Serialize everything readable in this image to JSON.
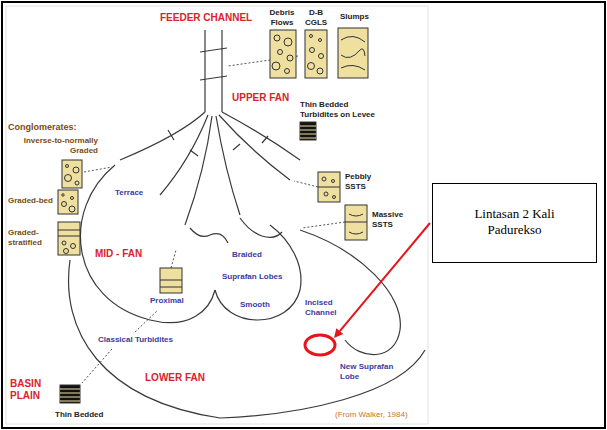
{
  "diagram": {
    "nodes": [
      {
        "text": [
          "Lintasan 2 Kali Padurekso"
        ]
      }
    ],
    "labels": [
      "FEEDER CHANNEL",
      "Debris Flows",
      "D-B CGLS",
      "Slumps",
      "UPPER FAN",
      "Thin Bedded Turbidites on Levee",
      "Conglomerates:",
      "Inverse-to-normally Graded",
      "Graded-bed",
      "Graded-stratified",
      "Terrace",
      "Pebbly SSTS",
      "Massive SSTS",
      "MID - FAN",
      "Braided",
      "Suprafan Lobes",
      "Smooth",
      "Proximal",
      "Incised Channel",
      "Classical Turbidites",
      "LOWER FAN",
      "New Suprafan Lobe",
      "BASIN PLAIN",
      "Thin Bedded",
      "(From Walker, 1984)"
    ]
  }
}
